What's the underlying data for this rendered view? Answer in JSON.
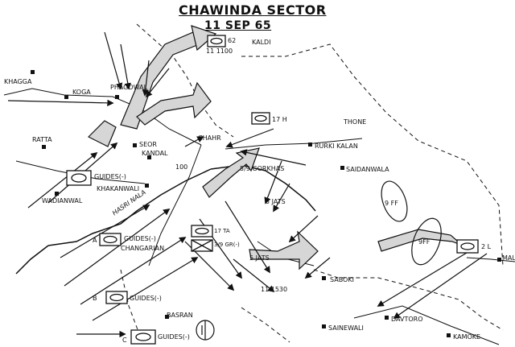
{
  "map": {
    "title": "CHAWINDA SECTOR",
    "date": "11 SEP 65",
    "colors": {
      "ink": "#111111",
      "paper": "#ffffff",
      "shade": "#d6d6d6"
    },
    "places": {
      "khagga": "KHAGGA",
      "koga": "KOGA",
      "phagowal": "PHAGOWAL",
      "ratta": "RATTA",
      "seor": "SEOR",
      "kandal": "KANDAL",
      "chahr": "CHAHR",
      "wadianwal": "WADIANWAL",
      "khakanwali": "KHAKANWALI",
      "kaldi": "KALDI",
      "thone": "THONE",
      "rurki_kalan": "RURKI KALAN",
      "saidanwala": "SAIDANWALA",
      "changarian": "CHANGARIAN",
      "basran": "BASRAN",
      "saboki": "SABOKI",
      "davtoro": "DAVTORO",
      "sainewali": "SAINEWALI",
      "kamoke": "KAMOKE",
      "mal": "MAL"
    },
    "units": {
      "u62": "62",
      "u17h": "17 H",
      "guides_north": "GUIDES(-)",
      "u100": "100",
      "gorkhas": "5/9 GORKHAS",
      "jats_a": "5 JATS",
      "jats_b": "5 JATS",
      "u17ta": "17 TA",
      "u3_9gr": "3/9 GR(-)",
      "guides_a": "GUIDES(-)",
      "guides_b": "GUIDES(-)",
      "guides_c": "GUIDES(-)",
      "ff9_a": "9 FF",
      "ff9_b": "9FF",
      "u2l": "2 L"
    },
    "features": {
      "nala": "HASRI NALA"
    },
    "times": {
      "t1100": "11 1100",
      "t1530": "11 1530"
    },
    "markers": {
      "a": "A",
      "b": "B",
      "c": "C"
    }
  }
}
